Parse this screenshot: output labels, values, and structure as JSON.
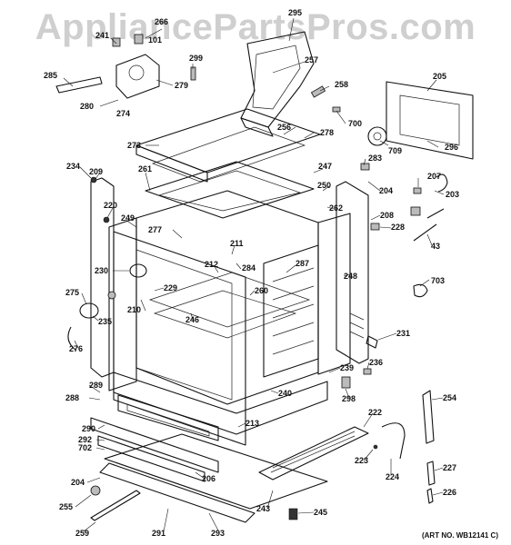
{
  "watermark": "AppliancePartsPros.com",
  "art_number": "(ART NO. WB12141 C)",
  "labels": [
    {
      "id": "295",
      "text": "295"
    },
    {
      "id": "266",
      "text": "266"
    },
    {
      "id": "241",
      "text": "241"
    },
    {
      "id": "101",
      "text": "101"
    },
    {
      "id": "257",
      "text": "257"
    },
    {
      "id": "299",
      "text": "299"
    },
    {
      "id": "285",
      "text": "285"
    },
    {
      "id": "279",
      "text": "279"
    },
    {
      "id": "258",
      "text": "258"
    },
    {
      "id": "205",
      "text": "205"
    },
    {
      "id": "280",
      "text": "280"
    },
    {
      "id": "274",
      "text": "274"
    },
    {
      "id": "700",
      "text": "700"
    },
    {
      "id": "256",
      "text": "256"
    },
    {
      "id": "278",
      "text": "278"
    },
    {
      "id": "709",
      "text": "709"
    },
    {
      "id": "296",
      "text": "296"
    },
    {
      "id": "273",
      "text": "273"
    },
    {
      "id": "283",
      "text": "283"
    },
    {
      "id": "234",
      "text": "234"
    },
    {
      "id": "209",
      "text": "209"
    },
    {
      "id": "261",
      "text": "261"
    },
    {
      "id": "247",
      "text": "247"
    },
    {
      "id": "207",
      "text": "207"
    },
    {
      "id": "204a",
      "text": "204"
    },
    {
      "id": "203",
      "text": "203"
    },
    {
      "id": "250",
      "text": "250"
    },
    {
      "id": "220",
      "text": "220"
    },
    {
      "id": "262",
      "text": "262"
    },
    {
      "id": "208",
      "text": "208"
    },
    {
      "id": "249",
      "text": "249"
    },
    {
      "id": "277",
      "text": "277"
    },
    {
      "id": "228",
      "text": "228"
    },
    {
      "id": "211",
      "text": "211"
    },
    {
      "id": "43",
      "text": "43"
    },
    {
      "id": "212",
      "text": "212"
    },
    {
      "id": "284",
      "text": "284"
    },
    {
      "id": "287",
      "text": "287"
    },
    {
      "id": "230",
      "text": "230"
    },
    {
      "id": "248",
      "text": "248"
    },
    {
      "id": "703",
      "text": "703"
    },
    {
      "id": "275",
      "text": "275"
    },
    {
      "id": "229",
      "text": "229"
    },
    {
      "id": "260",
      "text": "260"
    },
    {
      "id": "210",
      "text": "210"
    },
    {
      "id": "246",
      "text": "246"
    },
    {
      "id": "235",
      "text": "235"
    },
    {
      "id": "231",
      "text": "231"
    },
    {
      "id": "276",
      "text": "276"
    },
    {
      "id": "239",
      "text": "239"
    },
    {
      "id": "236",
      "text": "236"
    },
    {
      "id": "289",
      "text": "289"
    },
    {
      "id": "240",
      "text": "240"
    },
    {
      "id": "288",
      "text": "288"
    },
    {
      "id": "298",
      "text": "298"
    },
    {
      "id": "254",
      "text": "254"
    },
    {
      "id": "222",
      "text": "222"
    },
    {
      "id": "213",
      "text": "213"
    },
    {
      "id": "290",
      "text": "290"
    },
    {
      "id": "292",
      "text": "292"
    },
    {
      "id": "702",
      "text": "702"
    },
    {
      "id": "223",
      "text": "223"
    },
    {
      "id": "224",
      "text": "224"
    },
    {
      "id": "227",
      "text": "227"
    },
    {
      "id": "206",
      "text": "206"
    },
    {
      "id": "204b",
      "text": "204"
    },
    {
      "id": "226",
      "text": "226"
    },
    {
      "id": "255",
      "text": "255"
    },
    {
      "id": "243",
      "text": "243"
    },
    {
      "id": "245",
      "text": "245"
    },
    {
      "id": "259",
      "text": "259"
    },
    {
      "id": "291",
      "text": "291"
    },
    {
      "id": "293",
      "text": "293"
    }
  ]
}
